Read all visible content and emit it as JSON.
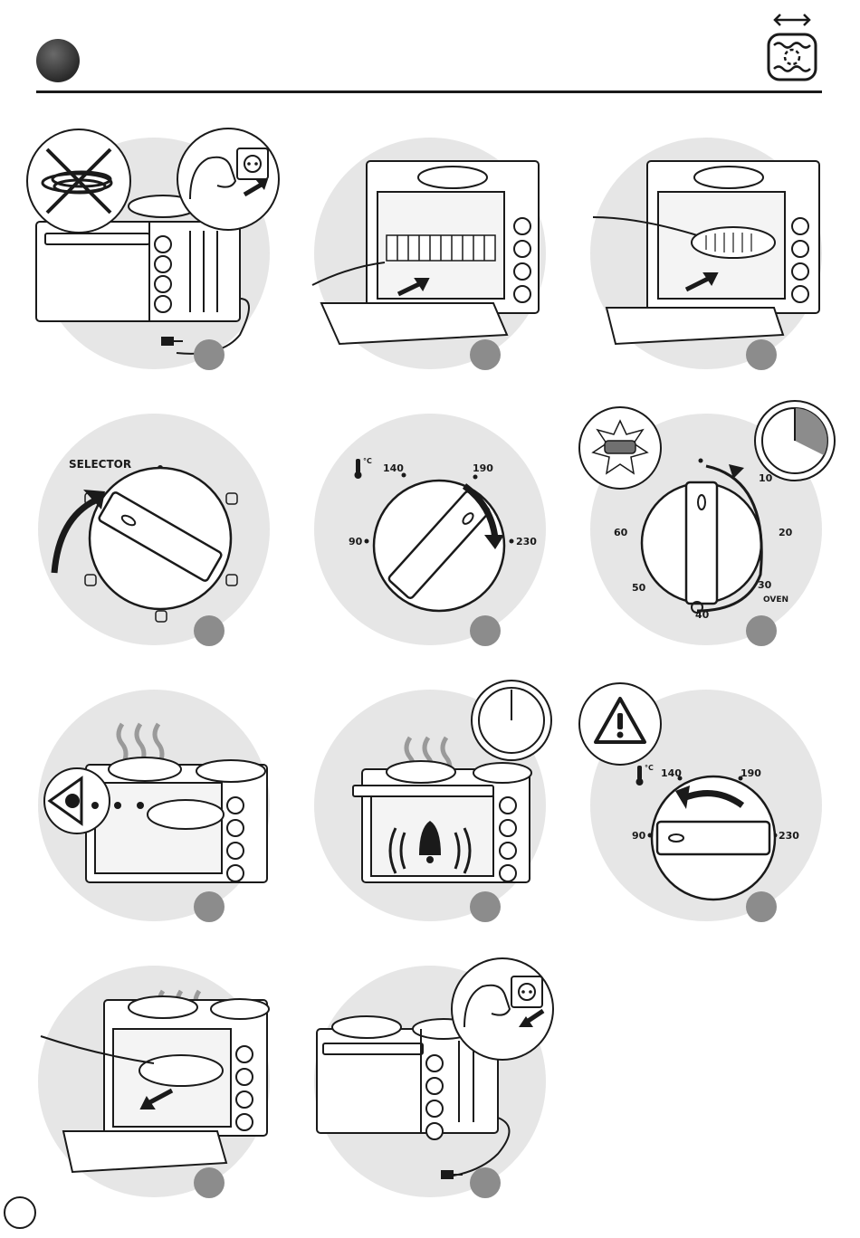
{
  "header": {
    "mode_icon": "convection-mode-icon"
  },
  "steps": [
    {
      "id": 1,
      "icons": [
        "no-coiled-cord-icon",
        "plug-into-socket-icon"
      ]
    },
    {
      "id": 2,
      "icons": [
        "insert-rack-icon"
      ]
    },
    {
      "id": 3,
      "icons": [
        "insert-tray-icon"
      ]
    },
    {
      "id": 4,
      "selector_label": "SELECTOR",
      "icons": [
        "selector-knob-icon"
      ]
    },
    {
      "id": 5,
      "temps": [
        "140",
        "190",
        "90",
        "230"
      ],
      "unit": "°C",
      "icons": [
        "thermostat-knob-icon"
      ]
    },
    {
      "id": 6,
      "timer_labels": [
        "10",
        "20",
        "30",
        "40",
        "50",
        "60"
      ],
      "oven_label": "OVEN",
      "icons": [
        "indicator-light-icon",
        "timer-clock-icon"
      ]
    },
    {
      "id": 7,
      "icons": [
        "observe-eye-icon"
      ]
    },
    {
      "id": 8,
      "icons": [
        "timer-bell-icon",
        "clock-icon"
      ]
    },
    {
      "id": 9,
      "temps": [
        "140",
        "190",
        "90",
        "230"
      ],
      "unit": "°C",
      "icons": [
        "warning-icon"
      ]
    },
    {
      "id": 10,
      "icons": [
        "remove-tray-icon"
      ]
    },
    {
      "id": 11,
      "icons": [
        "unplug-icon"
      ]
    }
  ],
  "colors": {
    "circle_bg": "#e6e6e6",
    "badge": "#8c8c8c",
    "ink": "#1a1a1a",
    "steam": "#9a9a9a"
  }
}
